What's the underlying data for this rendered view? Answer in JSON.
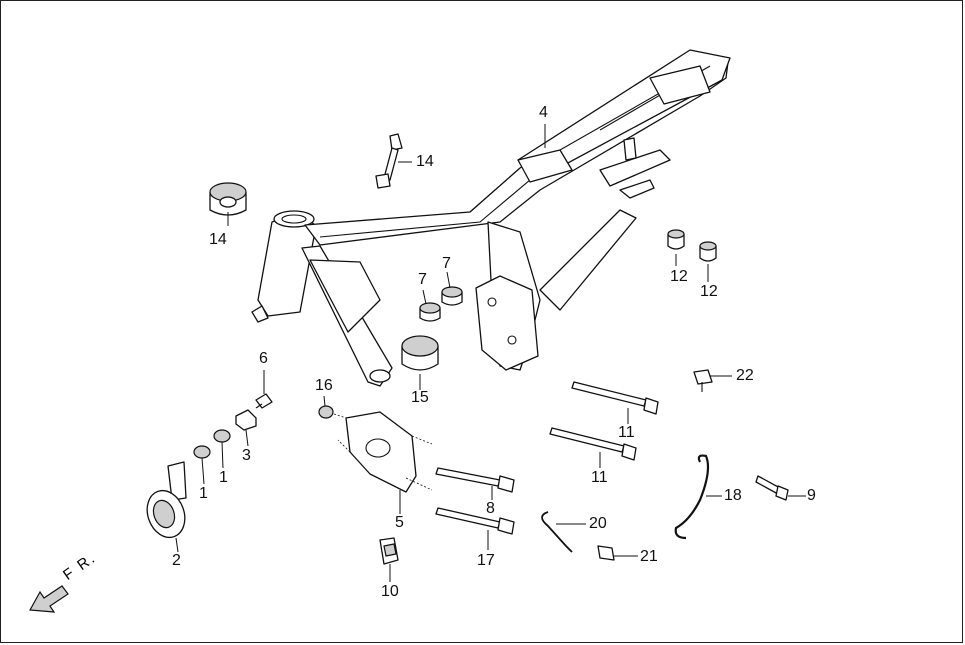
{
  "direction_label": "F R.",
  "callouts": [
    {
      "id": "1a",
      "text": "1"
    },
    {
      "id": "1b",
      "text": "1"
    },
    {
      "id": "2",
      "text": "2"
    },
    {
      "id": "3",
      "text": "3"
    },
    {
      "id": "4",
      "text": "4"
    },
    {
      "id": "5",
      "text": "5"
    },
    {
      "id": "6",
      "text": "6"
    },
    {
      "id": "7a",
      "text": "7"
    },
    {
      "id": "7b",
      "text": "7"
    },
    {
      "id": "8",
      "text": "8"
    },
    {
      "id": "9",
      "text": "9"
    },
    {
      "id": "10",
      "text": "10"
    },
    {
      "id": "11a",
      "text": "11"
    },
    {
      "id": "11b",
      "text": "11"
    },
    {
      "id": "12a",
      "text": "12"
    },
    {
      "id": "12b",
      "text": "12"
    },
    {
      "id": "14a",
      "text": "14"
    },
    {
      "id": "14b",
      "text": "14"
    },
    {
      "id": "15",
      "text": "15"
    },
    {
      "id": "16",
      "text": "16"
    },
    {
      "id": "17",
      "text": "17"
    },
    {
      "id": "18",
      "text": "18"
    },
    {
      "id": "20",
      "text": "20"
    },
    {
      "id": "21",
      "text": "21"
    },
    {
      "id": "22",
      "text": "22"
    }
  ]
}
